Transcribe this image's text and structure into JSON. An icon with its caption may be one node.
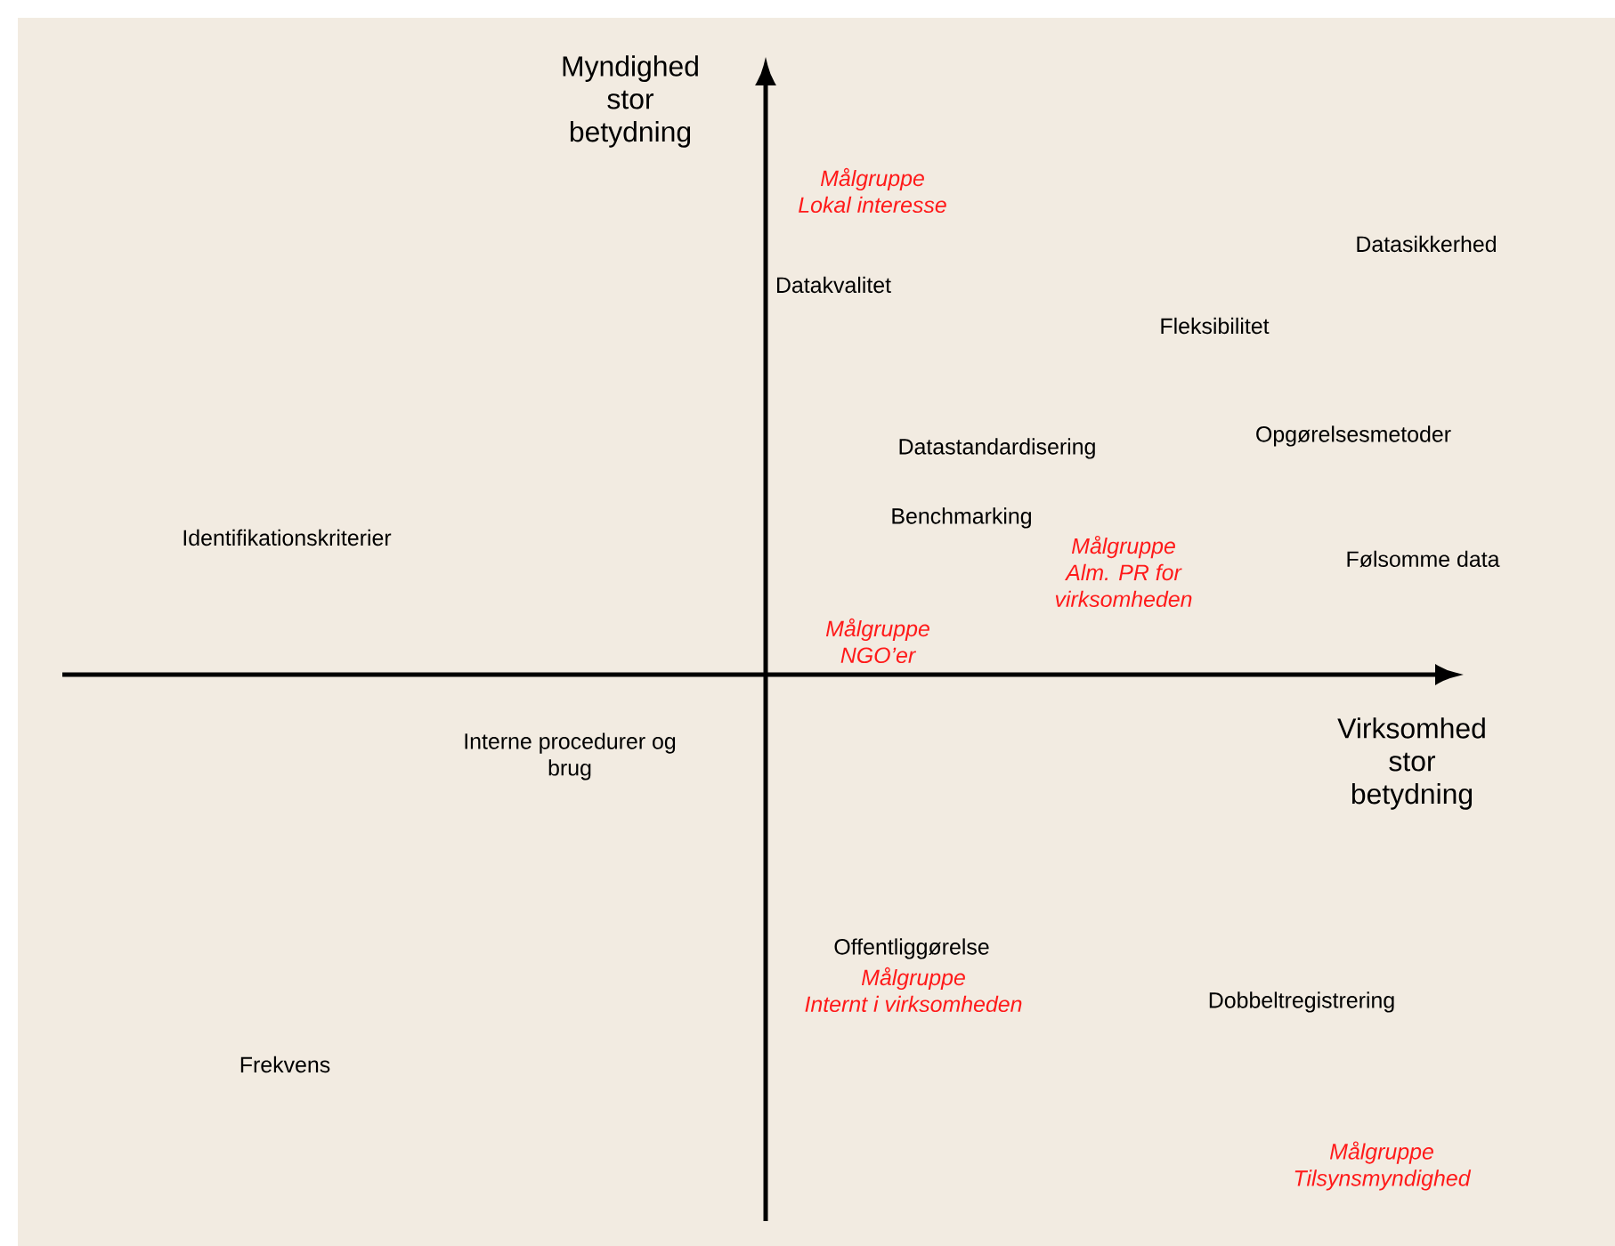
{
  "diagram": {
    "labels": [
      "Myndighed stor betydning",
      "Målgruppe Lokal interesse",
      "Datasikkerhed",
      "Datakvalitet",
      "Fleksibilitet",
      "Datastandardisering",
      "Opgørelsesmetoder",
      "Identifikationskriterier",
      "Benchmarking",
      "Målgruppe Alm. PR for virksomheden",
      "Følsomme data",
      "Målgruppe NGO’er",
      "Virksomhed stor betydning",
      "Interne procedurer og brug",
      "Offentliggørelse",
      "Målgruppe Internt i virksomheden",
      "Dobbeltregistrering",
      "Frekvens",
      "Målgruppe Tilsynsmyndighed"
    ]
  }
}
